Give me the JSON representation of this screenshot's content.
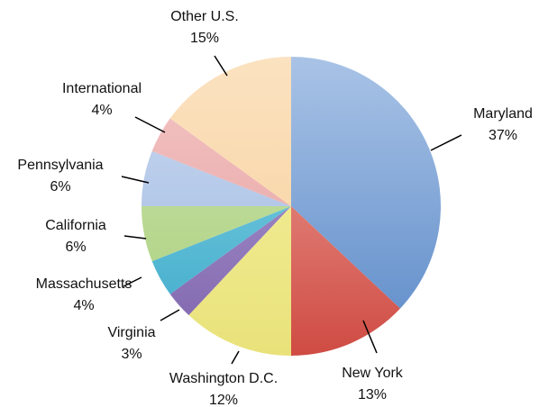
{
  "chart_data": {
    "type": "pie",
    "title": "",
    "slices": [
      {
        "label": "Maryland",
        "percent_label": "37%",
        "value": 37,
        "color": "#5b8ac8",
        "color_light": "#a9c3e6"
      },
      {
        "label": "New York",
        "percent_label": "13%",
        "value": 13,
        "color": "#cf4b43",
        "color_light": "#eea8a0"
      },
      {
        "label": "Washington D.C.",
        "percent_label": "12%",
        "value": 12,
        "color": "#e9e27a",
        "color_light": "#f6f2a4"
      },
      {
        "label": "Virginia",
        "percent_label": "3%",
        "value": 3,
        "color": "#7e64ad",
        "color_light": "#b3a1d4"
      },
      {
        "label": "Massachusetts",
        "percent_label": "4%",
        "value": 4,
        "color": "#3aa9c9",
        "color_light": "#8ed5e7"
      },
      {
        "label": "California",
        "percent_label": "6%",
        "value": 6,
        "color": "#a9cf7d",
        "color_light": "#cde4ad"
      },
      {
        "label": "Pennsylvania",
        "percent_label": "6%",
        "value": 6,
        "color": "#9db6df",
        "color_light": "#cbdaf1"
      },
      {
        "label": "International",
        "percent_label": "4%",
        "value": 4,
        "color": "#e59b9b",
        "color_light": "#f4c7c7"
      },
      {
        "label": "Other U.S.",
        "percent_label": "15%",
        "value": 15,
        "color": "#f7cf9a",
        "color_light": "#fbe2c0"
      }
    ],
    "legend": "none"
  }
}
